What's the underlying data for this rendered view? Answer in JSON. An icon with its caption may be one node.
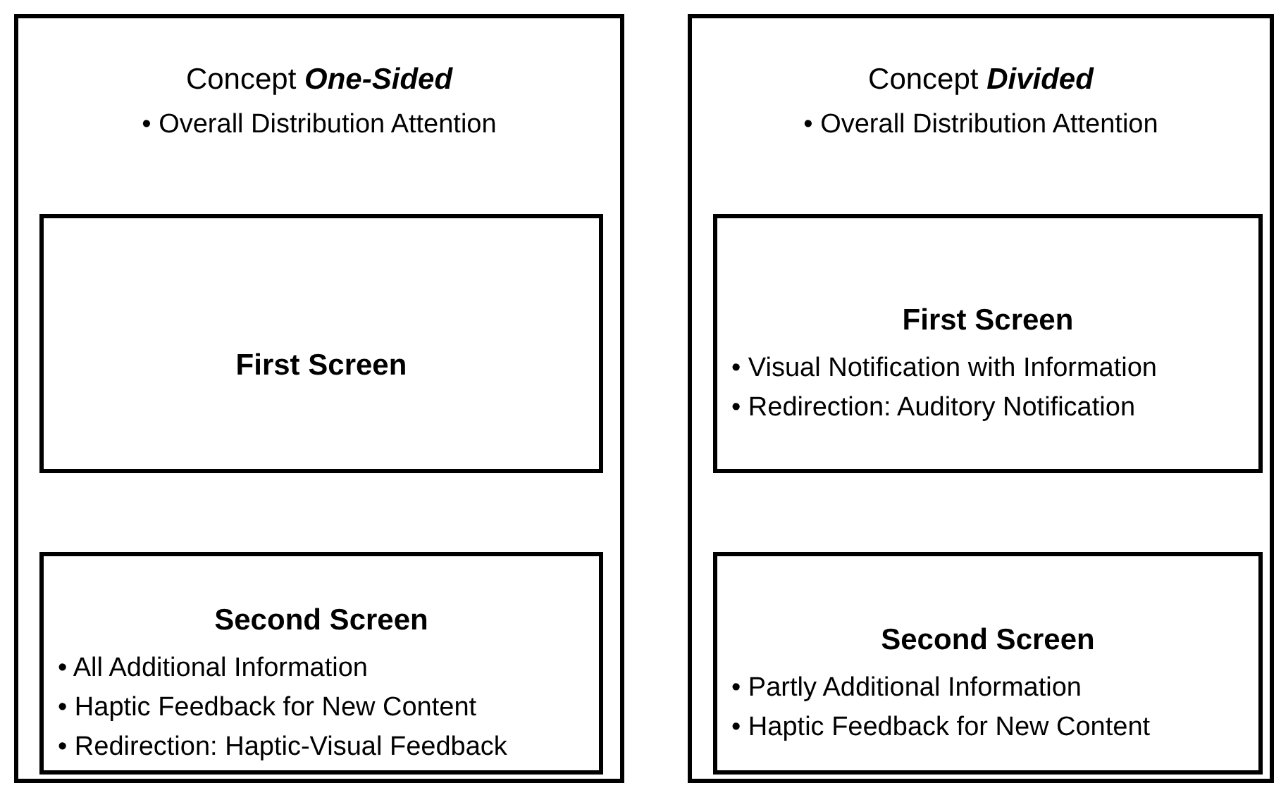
{
  "diagram": {
    "nodes": [
      {
        "text": [
          "Concept **One-Sided**",
          "• Overall Distribution Attention"
        ]
      },
      {
        "text": [
          "First Screen"
        ],
        "in": 0
      },
      {
        "text": [
          "Second Screen",
          "• All Additional Information",
          "• Haptic Feedback for New Content",
          "• Redirection: Haptic-Visual Feedback"
        ],
        "in": 0
      },
      {
        "text": [
          "Concept **Divided**",
          "• Overall Distribution Attention"
        ]
      },
      {
        "text": [
          "First Screen",
          "• Visual Notification with Information",
          "• Redirection: Auditory Notification"
        ],
        "in": 3
      },
      {
        "text": [
          "Second Screen",
          "• Partly Additional Information",
          "• Haptic Feedback for New Content"
        ],
        "in": 3
      }
    ]
  }
}
